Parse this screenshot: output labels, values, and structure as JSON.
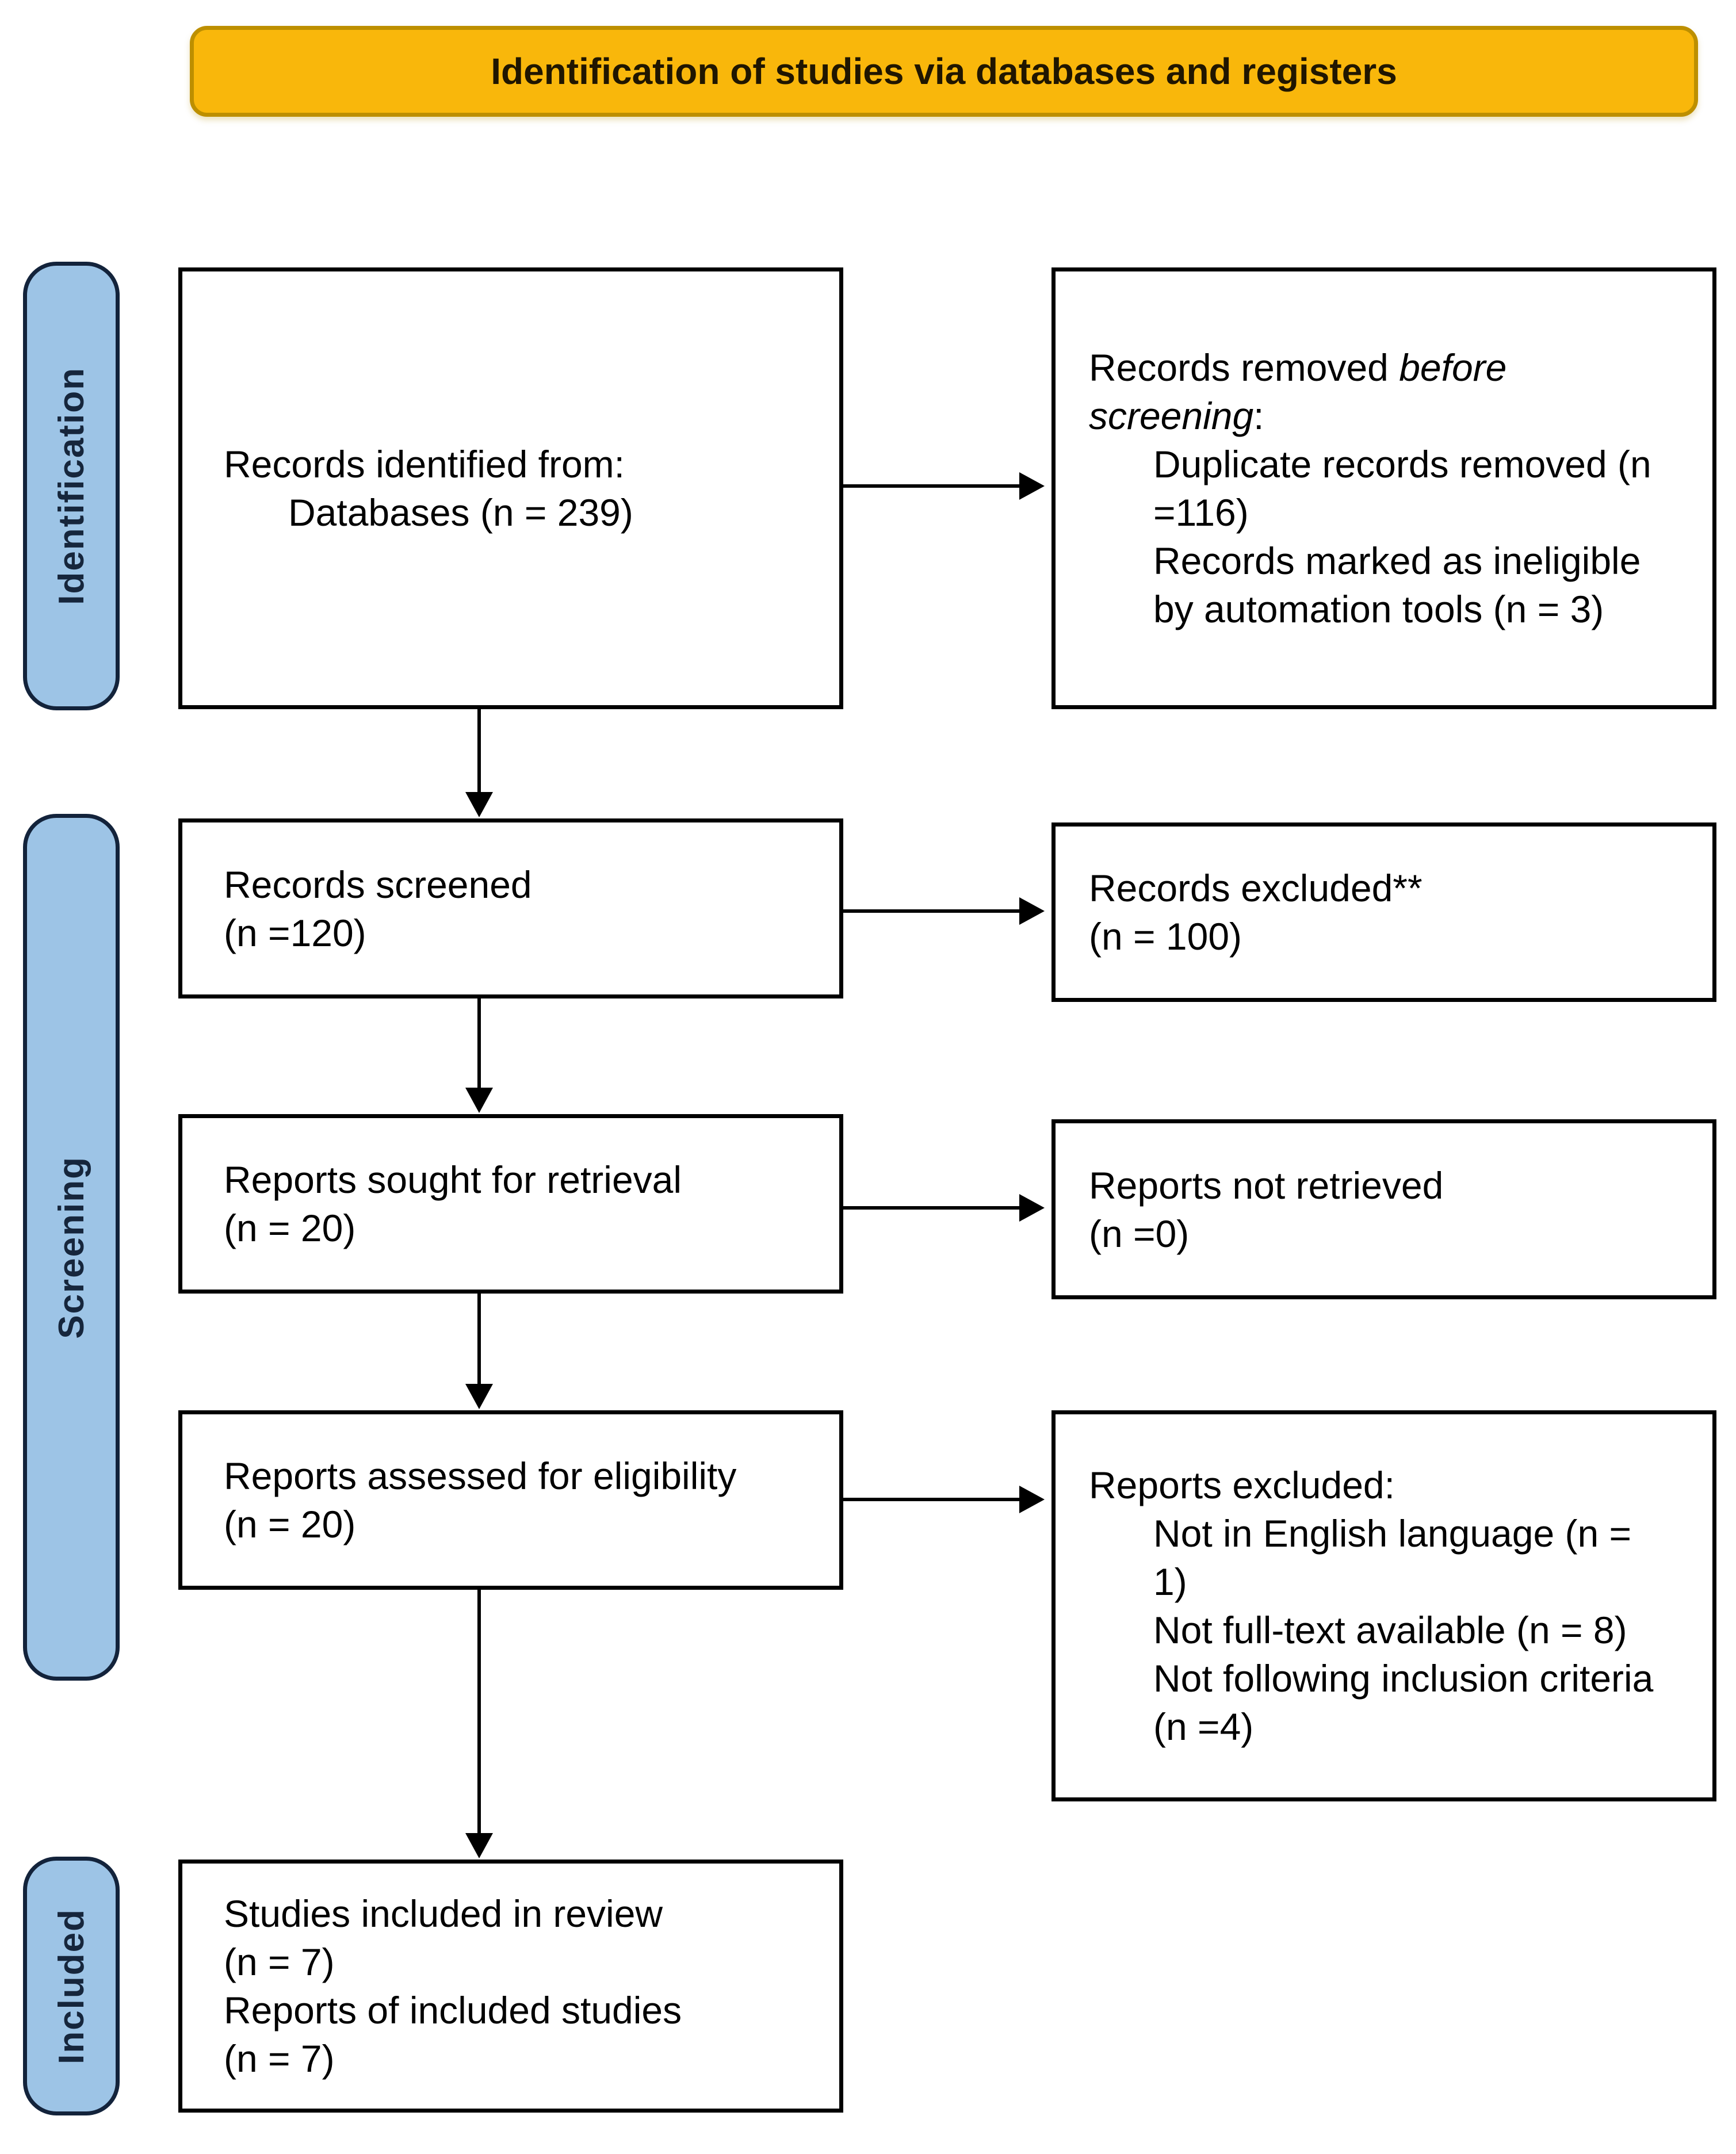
{
  "banner": {
    "label": "Identification of studies via databases and registers"
  },
  "side_labels": {
    "identification": "Identification",
    "screening": "Screening",
    "included": "Included"
  },
  "boxes": {
    "records_identified": {
      "lines": [
        {
          "indent": 0,
          "segments": [
            [
              "Records identified from:",
              "n"
            ]
          ]
        },
        {
          "indent": 1,
          "segments": [
            [
              "Databases (n = 239)",
              "n"
            ]
          ]
        }
      ]
    },
    "records_removed": {
      "lines": [
        {
          "indent": 0,
          "segments": [
            [
              "Records removed ",
              "n"
            ],
            [
              "before",
              "i"
            ]
          ]
        },
        {
          "indent": 0,
          "segments": [
            [
              "screening",
              "i"
            ],
            [
              ":",
              "n"
            ]
          ]
        },
        {
          "indent": 1,
          "segments": [
            [
              "Duplicate records removed (n",
              "n"
            ]
          ]
        },
        {
          "indent": 1,
          "segments": [
            [
              "=116)",
              "n"
            ]
          ]
        },
        {
          "indent": 1,
          "segments": [
            [
              "Records marked as ineligible",
              "n"
            ]
          ]
        },
        {
          "indent": 1,
          "segments": [
            [
              "by automation tools (n = 3)",
              "n"
            ]
          ]
        }
      ]
    },
    "records_screened": {
      "lines": [
        {
          "indent": 0,
          "segments": [
            [
              "Records screened",
              "n"
            ]
          ]
        },
        {
          "indent": 0,
          "segments": [
            [
              "(n =120)",
              "n"
            ]
          ]
        }
      ]
    },
    "records_excluded": {
      "lines": [
        {
          "indent": 0,
          "segments": [
            [
              "Records excluded**",
              "n"
            ]
          ]
        },
        {
          "indent": 0,
          "segments": [
            [
              "(n = 100)",
              "n"
            ]
          ]
        }
      ]
    },
    "reports_sought": {
      "lines": [
        {
          "indent": 0,
          "segments": [
            [
              "Reports sought for retrieval",
              "n"
            ]
          ]
        },
        {
          "indent": 0,
          "segments": [
            [
              "(n = 20)",
              "n"
            ]
          ]
        }
      ]
    },
    "reports_not_retrieved": {
      "lines": [
        {
          "indent": 0,
          "segments": [
            [
              "Reports not retrieved",
              "n"
            ]
          ]
        },
        {
          "indent": 0,
          "segments": [
            [
              "(n =0)",
              "n"
            ]
          ]
        }
      ]
    },
    "reports_assessed": {
      "lines": [
        {
          "indent": 0,
          "segments": [
            [
              "Reports assessed for eligibility",
              "n"
            ]
          ]
        },
        {
          "indent": 0,
          "segments": [
            [
              "(n = 20)",
              "n"
            ]
          ]
        }
      ]
    },
    "reports_excluded": {
      "lines": [
        {
          "indent": 0,
          "segments": [
            [
              "Reports excluded:",
              "n"
            ]
          ]
        },
        {
          "indent": 1,
          "segments": [
            [
              "Not in English language (n =",
              "n"
            ]
          ]
        },
        {
          "indent": 1,
          "segments": [
            [
              "1)",
              "n"
            ]
          ]
        },
        {
          "indent": 1,
          "segments": [
            [
              "Not full-text available (n = 8)",
              "n"
            ]
          ]
        },
        {
          "indent": 1,
          "segments": [
            [
              "Not following inclusion criteria",
              "n"
            ]
          ]
        },
        {
          "indent": 1,
          "segments": [
            [
              "(n =4)",
              "n"
            ]
          ]
        }
      ]
    },
    "studies_included": {
      "lines": [
        {
          "indent": 0,
          "segments": [
            [
              "Studies included in review",
              "n"
            ]
          ]
        },
        {
          "indent": 0,
          "segments": [
            [
              "(n = 7)",
              "n"
            ]
          ]
        },
        {
          "indent": 0,
          "segments": [
            [
              "Reports of included studies",
              "n"
            ]
          ]
        },
        {
          "indent": 0,
          "segments": [
            [
              "(n = 7)",
              "n"
            ]
          ]
        }
      ]
    }
  },
  "colors": {
    "banner_fill": "#F9B70B",
    "banner_border": "#BD8F00",
    "banner_text": "#201600",
    "label_fill": "#9DC4E6",
    "label_border": "#13233B",
    "label_text": "#16263C",
    "box_bg": "#FFFFFF",
    "box_border": "#000000",
    "arrow": "#000000",
    "text": "#000000",
    "page_bg": "#FFFFFF"
  }
}
